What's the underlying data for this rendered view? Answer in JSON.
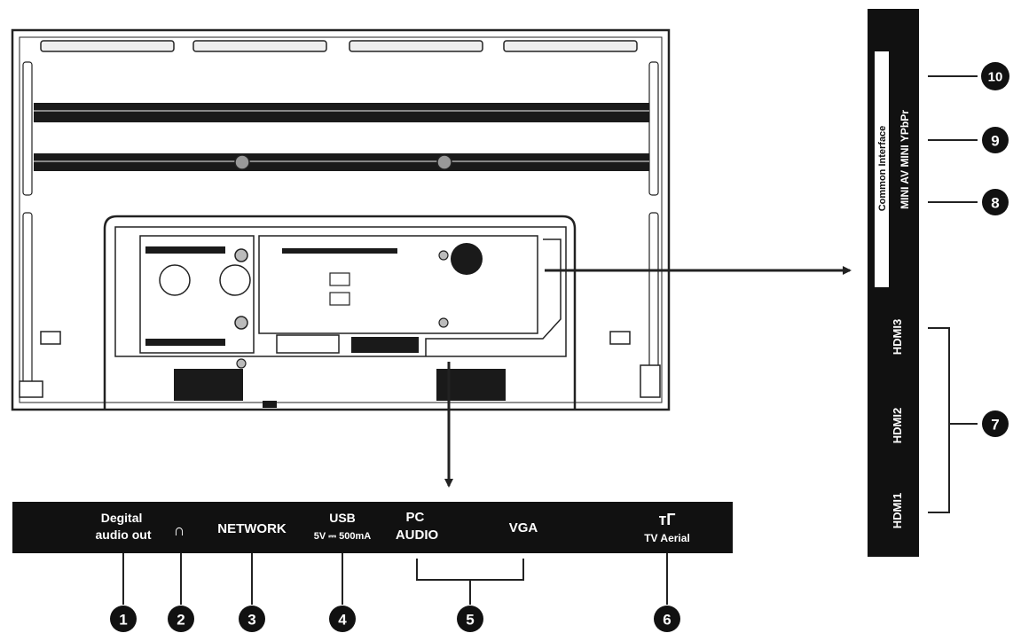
{
  "bottom_panel": {
    "digital_audio": [
      "Degital",
      "audio out"
    ],
    "headphone_glyph": "∩",
    "network": "NETWORK",
    "usb": "USB",
    "usb_rating": "5V ⎓ 500mA",
    "pc_audio": [
      "PC",
      "AUDIO"
    ],
    "vga": "VGA",
    "aerial_glyph": "тГ",
    "tv_aerial": "TV Aerial"
  },
  "side_panel": {
    "common_interface": "Common Interface",
    "mini_av": "MINI AV MINI YPbPr",
    "hdmi3": "HDMI3",
    "hdmi2": "HDMI2",
    "hdmi1": "HDMI1"
  },
  "callouts": [
    "1",
    "2",
    "3",
    "4",
    "5",
    "6",
    "7",
    "8",
    "9",
    "10"
  ],
  "colors": {
    "ink": "#111111",
    "panel": "#111111",
    "paper": "#ffffff"
  }
}
